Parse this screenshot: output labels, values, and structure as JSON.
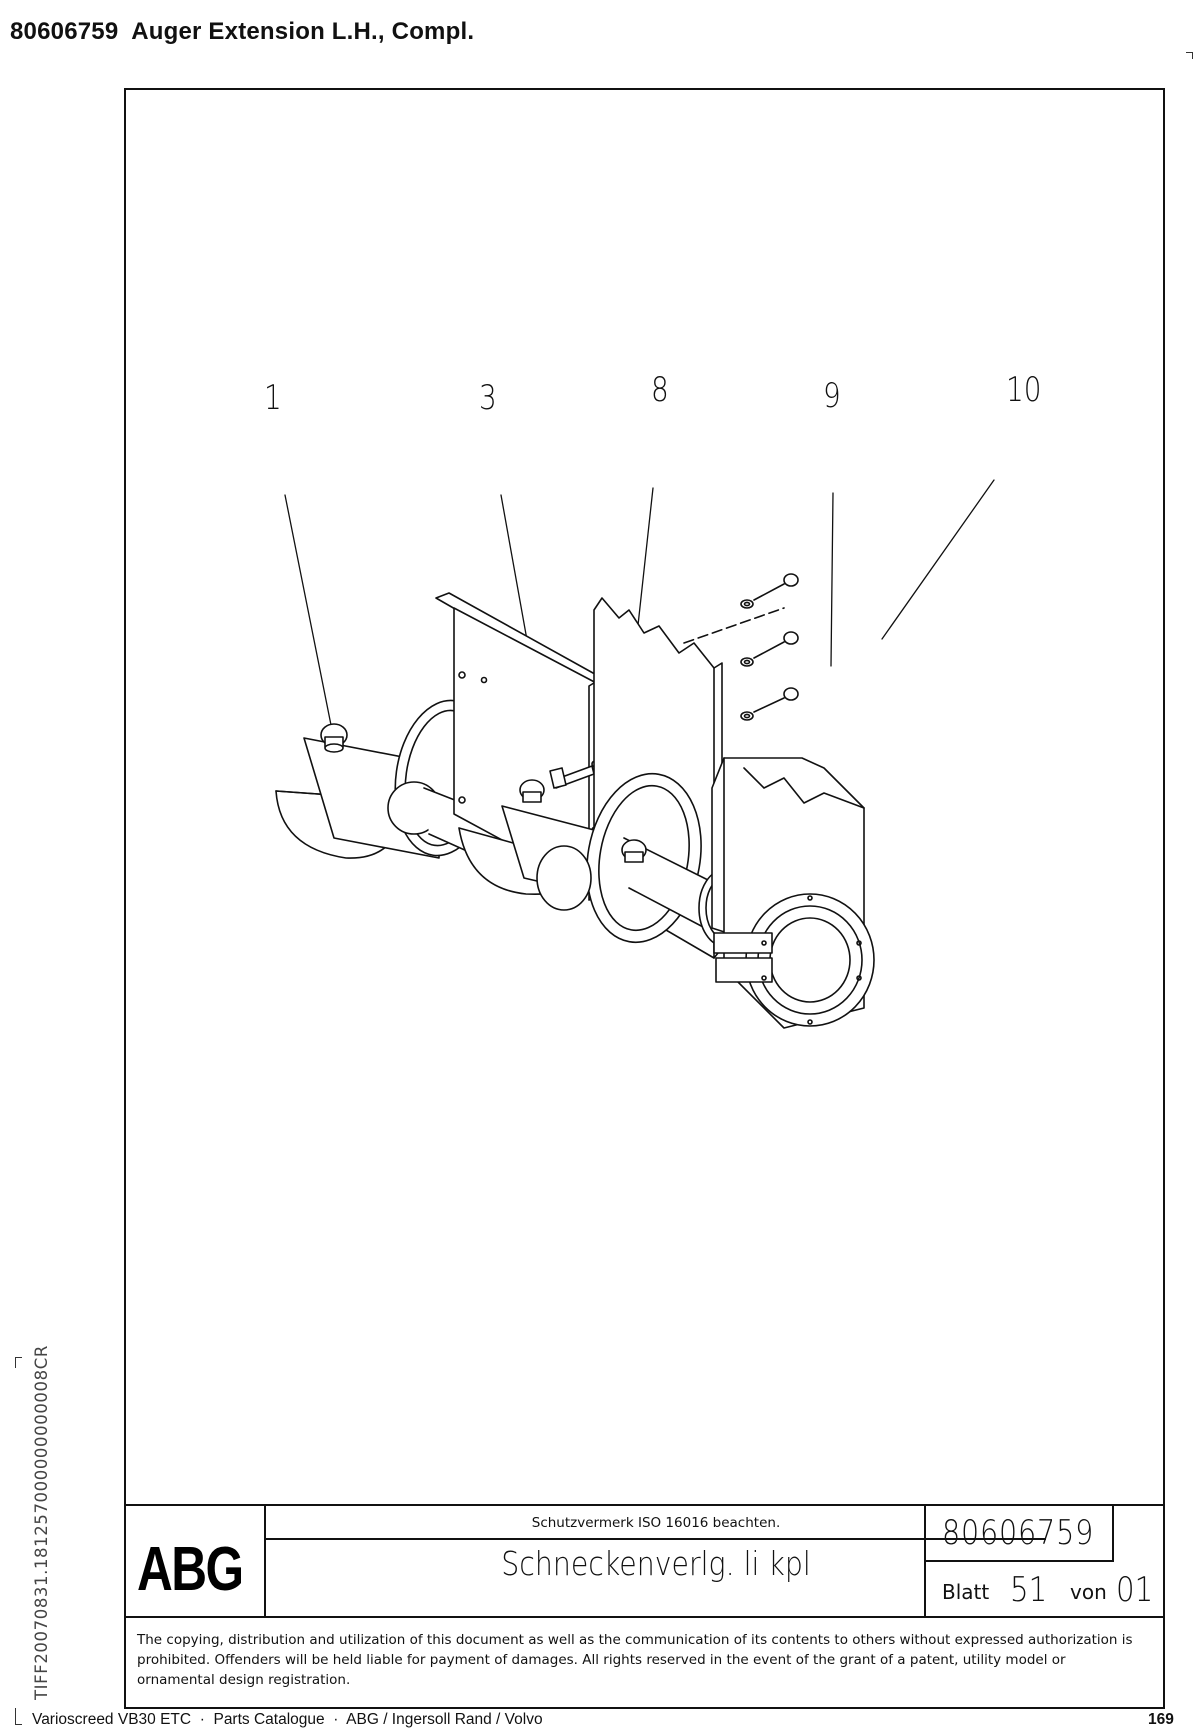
{
  "header": {
    "title": "80606759  Auger Extension L.H., Compl."
  },
  "side_id": "TIFF20070831.181257000000000008CR",
  "drawing": {
    "callouts": [
      "1",
      "3",
      "8",
      "9",
      "10"
    ]
  },
  "title_block": {
    "logo": "ABG",
    "notice": "Schutzvermerk ISO 16016 beachten.",
    "drawing_name": "Schneckenverlg. li kpl",
    "drawing_number": "80606759",
    "blatt_label": "Blatt",
    "blatt_value": "51",
    "von_label": "von",
    "von_value": "01"
  },
  "copyright": "The copying, distribution and utilization of this document as well as the communication of its contents to others without expressed authorization is prohibited. Offenders will be held liable for payment of damages. All rights reserved in the event of the grant of a patent, utility model or ornamental design registration.",
  "footer": {
    "left": "Varioscreed VB30 ETC  ·  Parts Catalogue  ·  ABG / Ingersoll Rand / Volvo",
    "page": "169"
  }
}
